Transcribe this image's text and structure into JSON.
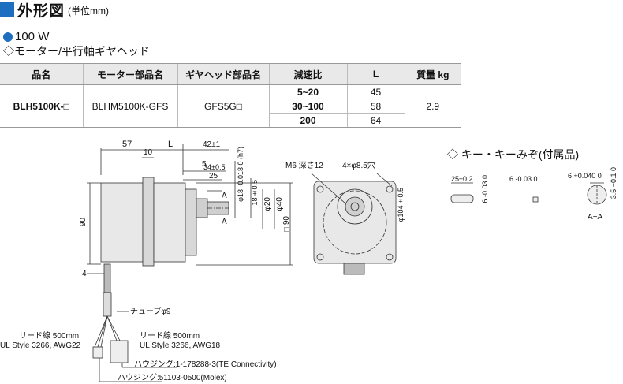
{
  "header": {
    "title": "外形図",
    "unit": "(単位mm)"
  },
  "section": {
    "power": "100 W",
    "subtitle": "◇モーター/平行軸ギヤヘッド"
  },
  "table": {
    "headers": [
      "品名",
      "モーター部品名",
      "ギヤヘッド部品名",
      "減速比",
      "L",
      "質量 kg"
    ],
    "product": "BLH5100K-□",
    "motor": "BLHM5100K-GFS",
    "gearhead": "GFS5G□",
    "rows": [
      {
        "ratio": "5~20",
        "L": "45"
      },
      {
        "ratio": "30~100",
        "L": "58"
      },
      {
        "ratio": "200",
        "L": "64"
      }
    ],
    "mass": "2.9"
  },
  "drawing": {
    "dim_57": "57",
    "dim_L": "L",
    "dim_42": "42±1",
    "dim_10": "10",
    "dim_5": "5",
    "dim_34": "34±0.5",
    "dim_25": "25",
    "dim_shaft": "φ18 -0.018 0 (h7)",
    "dim_18": "18±0.5",
    "dim_phi20": "φ20",
    "dim_phi40": "φ40",
    "dim_90": "90",
    "dim_90sq": "□90",
    "dim_4": "4",
    "sec_a": "A",
    "m6": "M6 深さ12",
    "holes": "4×φ8.5穴",
    "phi104": "φ104±0.5",
    "tube": "チューブφ9",
    "lead_left_1": "リード線 500mm",
    "lead_left_2": "UL Style 3266, AWG22",
    "lead_right_1": "リード線 500mm",
    "lead_right_2": "UL Style 3266, AWG18",
    "housing1": "ハウジング:1-178288-3(TE Connectivity)",
    "housing2": "ハウジング:51103-0500(Molex)"
  },
  "key": {
    "title": "◇ キー・キーみぞ(付属品)",
    "k25": "25±0.2",
    "k6a": "6 -0.03 0",
    "k6b": "6 -0.03 0",
    "k6c": "6 +0.040 0",
    "k35": "3.5 +0.1 0",
    "aa": "A−A"
  }
}
